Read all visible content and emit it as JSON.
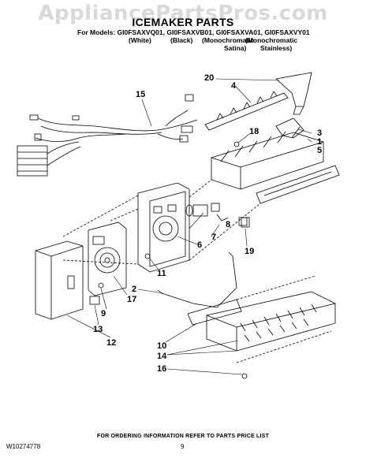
{
  "watermark": "AppliancePartsPros.com",
  "title": "ICEMAKER PARTS",
  "models_line": "For Models: GI0FSAXVQ01, GI0FSAXVB01, GI0FSAXVA01, GI0FSAXVY01",
  "variants": {
    "white": "(White)",
    "black": "(Black)",
    "mono_satina_1": "(Monochromatic",
    "mono_satina_2": "Satina)",
    "mono_stainless_1": "(Monochromatic",
    "mono_stainless_2": "Stainless)"
  },
  "callouts": {
    "c1": "1",
    "c2": "2",
    "c3": "3",
    "c4": "4",
    "c5": "5",
    "c6": "6",
    "c7": "7",
    "c8": "8",
    "c9": "9",
    "c10": "10",
    "c11": "11",
    "c12": "12",
    "c13": "13",
    "c14": "14",
    "c15": "15",
    "c16": "16",
    "c17": "17",
    "c18": "18",
    "c19": "19",
    "c20": "20"
  },
  "footer": {
    "ordering_note": "FOR ORDERING INFORMATION REFER TO PARTS PRICE LIST",
    "doc_number": "W10274778",
    "page_number": "9"
  }
}
